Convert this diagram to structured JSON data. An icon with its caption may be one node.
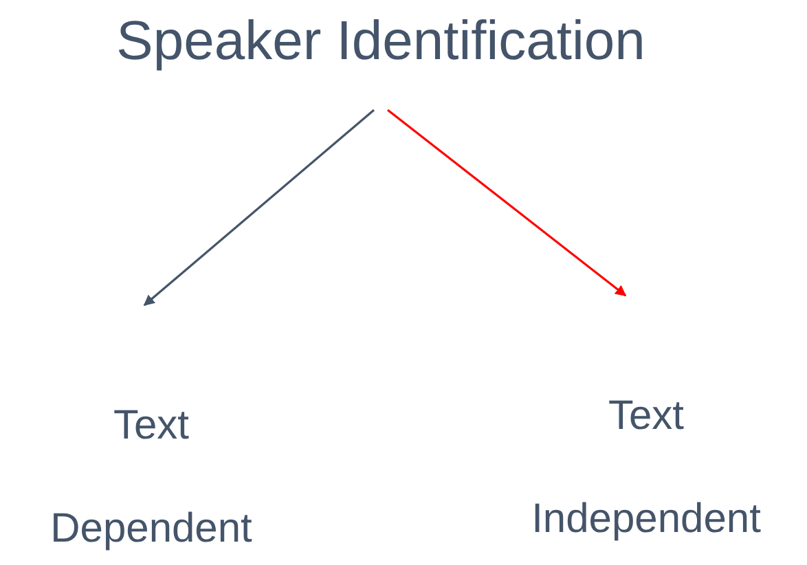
{
  "diagram": {
    "nodes": [
      {
        "text": [
          "Speaker Identification"
        ]
      },
      {
        "text": [
          "Text Dependent"
        ]
      },
      {
        "text": [
          "Text Independent"
        ]
      }
    ],
    "edges": [
      {
        "from": 0,
        "to": 1,
        "arrow": "to"
      },
      {
        "from": 0,
        "to": 2,
        "arrow": "to",
        "color": "#ff0000"
      }
    ]
  }
}
